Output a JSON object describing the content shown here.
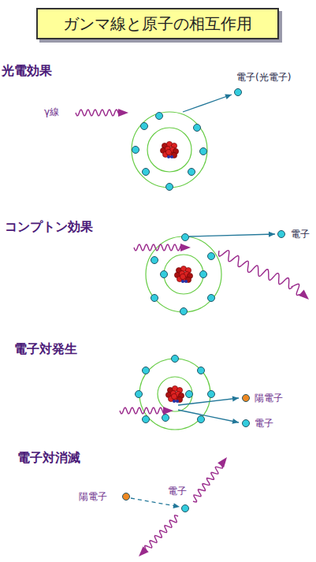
{
  "diagram": {
    "title": "ガンマ線と原子の相互作用",
    "labels": [
      "光電効果",
      "電子(光電子)",
      "γ線",
      "コンプトン効果",
      "電子",
      "電子対発生",
      "陽電子",
      "電子",
      "電子対消滅",
      "陽電子",
      "電子"
    ]
  }
}
